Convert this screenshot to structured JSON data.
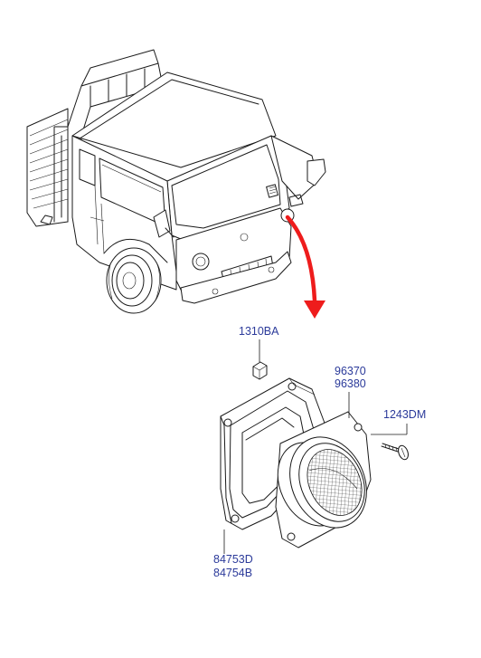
{
  "colors": {
    "label": "#2b3a9a",
    "arrow": "#ee1c1c",
    "line": "#1a1a1a"
  },
  "parts": {
    "nut": "1310BA",
    "lamp_a": "96370",
    "lamp_b": "96380",
    "screw": "1243DM",
    "housing_a": "84753D",
    "housing_b": "84754B"
  }
}
